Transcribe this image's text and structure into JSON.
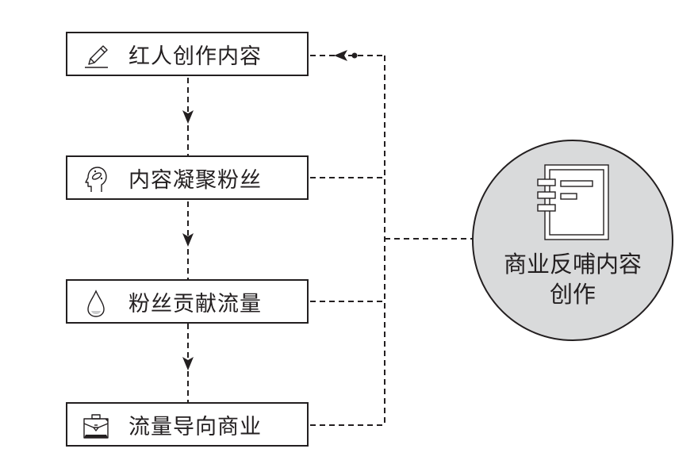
{
  "diagram": {
    "steps": [
      {
        "label": "红人创作内容",
        "icon": "pencil-icon"
      },
      {
        "label": "内容凝聚粉丝",
        "icon": "head-brain-icon"
      },
      {
        "label": "粉丝贡献流量",
        "icon": "water-drop-icon"
      },
      {
        "label": "流量导向商业",
        "icon": "briefcase-icon"
      }
    ],
    "hub": {
      "label_line1": "商业反哺内容",
      "label_line2": "创作",
      "icon": "notebook-icon"
    },
    "colors": {
      "stroke": "#231f20",
      "hub_fill": "#d9dadb",
      "box_fill": "#ffffff"
    }
  }
}
